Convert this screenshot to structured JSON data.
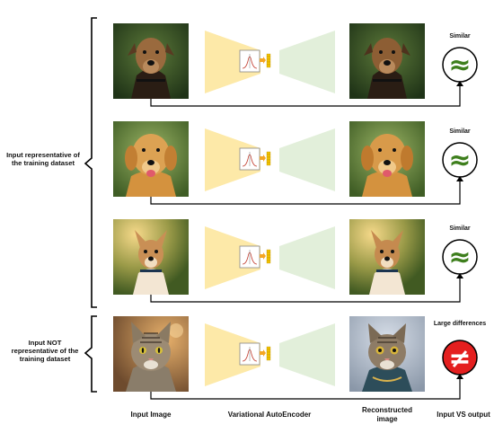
{
  "group_labels": {
    "representative": "Input representative of the training dataset",
    "not_representative": "Input NOT representative of the training dataset"
  },
  "column_labels": {
    "input": "Input Image",
    "vae": "Variational AutoEncoder",
    "reconstructed": "Reconstructed image",
    "compare": "Input VS output"
  },
  "rows": [
    {
      "subject": "brown dog photo",
      "verdict": "Similar",
      "symbol": "≈",
      "symbol_color": "#3e7f1d",
      "circle_fill": "#ffffff"
    },
    {
      "subject": "golden retriever photo",
      "verdict": "Similar",
      "symbol": "≈",
      "symbol_color": "#3e7f1d",
      "circle_fill": "#ffffff"
    },
    {
      "subject": "chihuahua photo",
      "verdict": "Similar",
      "symbol": "≈",
      "symbol_color": "#3e7f1d",
      "circle_fill": "#ffffff"
    },
    {
      "subject": "tabby cat photo",
      "verdict": "Large differences",
      "symbol": "≠",
      "symbol_color": "#ffffff",
      "circle_fill": "#e41f1f"
    }
  ],
  "colors": {
    "encoder": "#fde9a8",
    "decoder": "#e2efda",
    "latent": "#f2c200",
    "arrow": "#f5a623",
    "line": "#000000"
  }
}
